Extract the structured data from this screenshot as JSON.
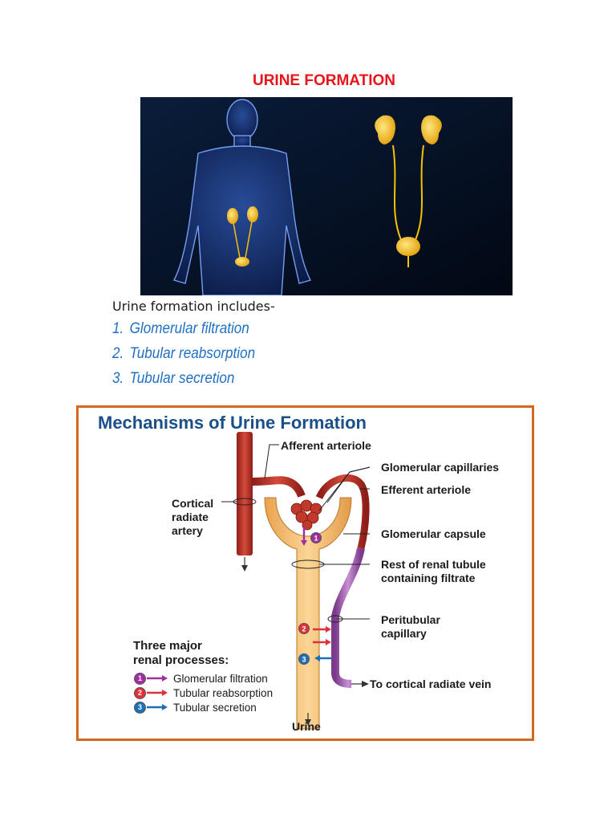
{
  "page": {
    "title": "URINE FORMATION",
    "intro": "Urine formation includes-",
    "processes": [
      {
        "num": "1.",
        "label": "Glomerular filtration"
      },
      {
        "num": "2.",
        "label": "Tubular reabsorption"
      },
      {
        "num": "3.",
        "label": "Tubular secretion"
      }
    ]
  },
  "figure": {
    "title": "Mechanisms of Urine Formation",
    "labels": {
      "afferent": "Afferent arteriole",
      "glom_cap": "Glomerular capillaries",
      "efferent": "Efferent arteriole",
      "cortical": "Cortical\nradiate\nartery",
      "capsule": "Glomerular capsule",
      "rest_tubule": "Rest of renal tubule\ncontaining filtrate",
      "peritubular": "Peritubular\ncapillary",
      "vein": "To cortical radiate vein",
      "urine": "Urine"
    },
    "legend": {
      "heading": "Three major\nrenal processes:",
      "items": [
        {
          "num": "1",
          "label": "Glomerular filtration",
          "color": "#a22fa0"
        },
        {
          "num": "2",
          "label": "Tubular reabsorption",
          "color": "#e0303a"
        },
        {
          "num": "3",
          "label": "Tubular secretion",
          "color": "#1d6fb8"
        }
      ]
    }
  },
  "colors": {
    "title_red": "#e8141a",
    "list_blue": "#1f6fc4",
    "frame_orange": "#d2691e",
    "figure_title_blue": "#1a4f8a",
    "kidney_yellow": "#f5c200",
    "tubule_tan": "#f0b464",
    "artery_red": "#c0392b",
    "capillary_purple": "#9b59b6"
  }
}
